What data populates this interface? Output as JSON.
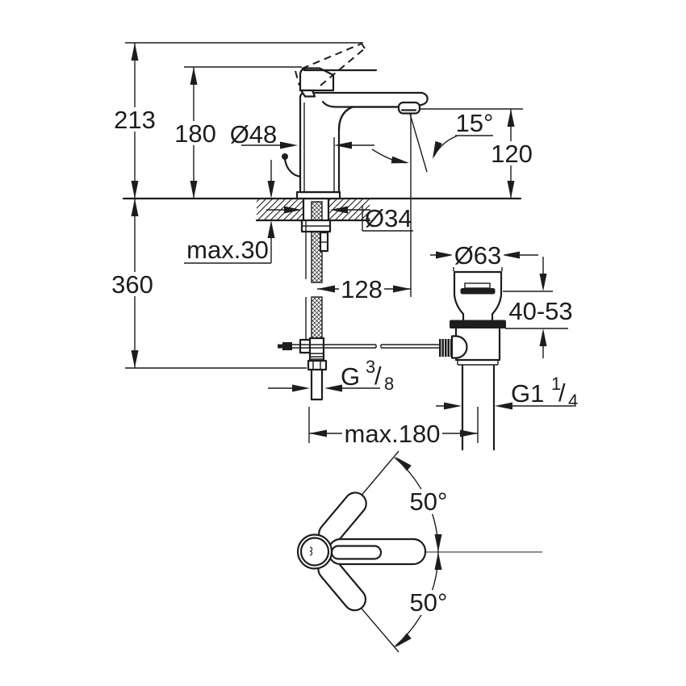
{
  "colors": {
    "background": "#ffffff",
    "line": "#1d1d1d"
  },
  "side_view": {
    "height_to_raised_lever": "213",
    "height_to_lever": "180",
    "base_diameter": "Ø48",
    "aerator_angle": "15°",
    "spout_outlet_height": "120",
    "mounting_thickness": "max.30",
    "mounting_hole_diameter": "Ø34",
    "below_counter_depth": "360",
    "spout_reach": "128",
    "waste_flange_diameter": "Ø63",
    "waste_mounting_range": "40-53",
    "supply_thread": {
      "base": "G",
      "numerator": "3",
      "slash": "/",
      "denominator": "8"
    },
    "waste_thread": {
      "base": "G1",
      "numerator": "1",
      "slash": "/",
      "denominator": "4"
    },
    "max_spread": "max.180"
  },
  "plan_view": {
    "swivel_angle_up": "50°",
    "swivel_angle_down": "50°"
  }
}
